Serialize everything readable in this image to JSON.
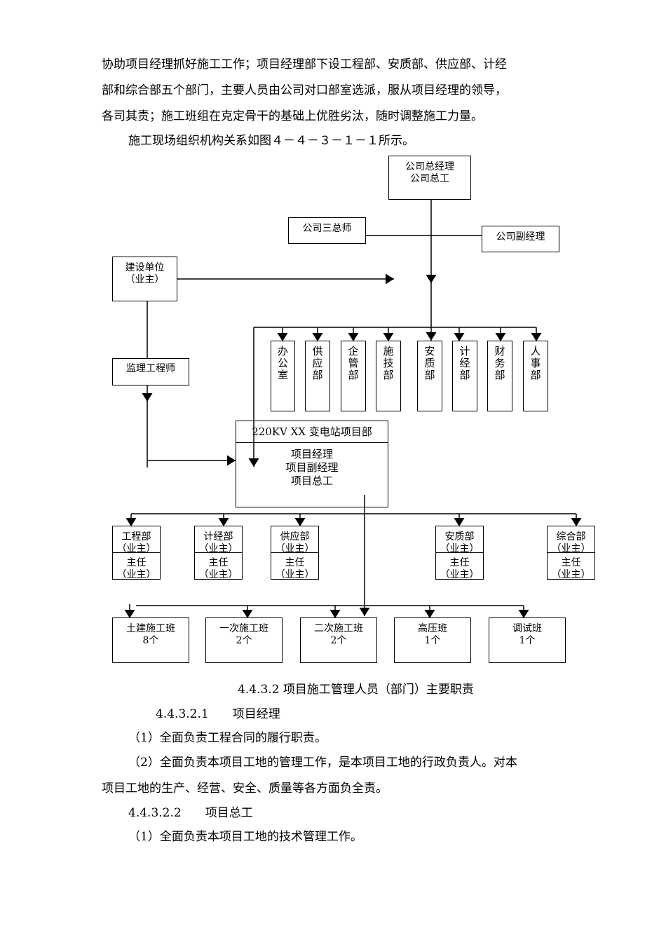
{
  "paragraphs": [
    "协助项目经理抓好施工工作；项目经理部下设工程部、安质部、供应部、计经",
    "部和综合部五个部门，主要人员由公司对口部室选派，服从项目经理的领导，",
    "各司其责；施工班组在克定骨干的基础上优胜劣汰，随时调整施工力量。",
    "施工现场组织机构关系如图４－４－３－１－１所示。"
  ],
  "chart": {
    "general_manager": [
      "公司总经理",
      "公司总工"
    ],
    "chief_engineers": "公司三总师",
    "deputy_manager": "公司副经理",
    "owner": [
      "建设单位",
      "（业主）"
    ],
    "supervisor": "监理工程师",
    "company_depts": [
      "办公室",
      "供应部",
      "企管部",
      "施技部",
      "安质部",
      "计经部",
      "财务部",
      "人事部"
    ],
    "project_header": "220KV XX  变电站项目部",
    "project_roles": [
      "项目经理",
      "项目副经理",
      "项目总工"
    ],
    "project_depts": [
      {
        "name": "工程部",
        "sub": "（业主）",
        "head": "主任",
        "head_sub": "（业主）"
      },
      {
        "name": "计经部",
        "sub": "（业主）",
        "head": "主任",
        "head_sub": "（业主）"
      },
      {
        "name": "供应部",
        "sub": "（业主）",
        "head": "主任",
        "head_sub": "（业主）"
      },
      {
        "name": "安质部",
        "sub": "（业主）",
        "head": "主任",
        "head_sub": "（业主）"
      },
      {
        "name": "综合部",
        "sub": "（业主）",
        "head": "主任",
        "head_sub": "（业主）"
      }
    ],
    "teams": [
      {
        "name": "土建施工班",
        "count": "8个"
      },
      {
        "name": "一次施工班",
        "count": "2个"
      },
      {
        "name": "二次施工班",
        "count": "2个"
      },
      {
        "name": "高压班",
        "count": "1个"
      },
      {
        "name": "调试班",
        "count": "1个"
      }
    ]
  },
  "section": {
    "caption": "4.4.3.2 项目施工管理人员（部门）主要职责",
    "sub1": "4.4.3.2.1　　项目经理",
    "sub1_items": [
      "（1）全面负责工程合同的履行职责。",
      "（2）全面负责本项目工地的管理工作，是本项目工地的行政负责人。对本",
      "项目工地的生产、经营、安全、质量等各方面负全责。"
    ],
    "sub2": "4.4.3.2.2　　项目总工",
    "sub2_items": [
      "（1）全面负责本项目工地的技术管理工作。"
    ]
  }
}
